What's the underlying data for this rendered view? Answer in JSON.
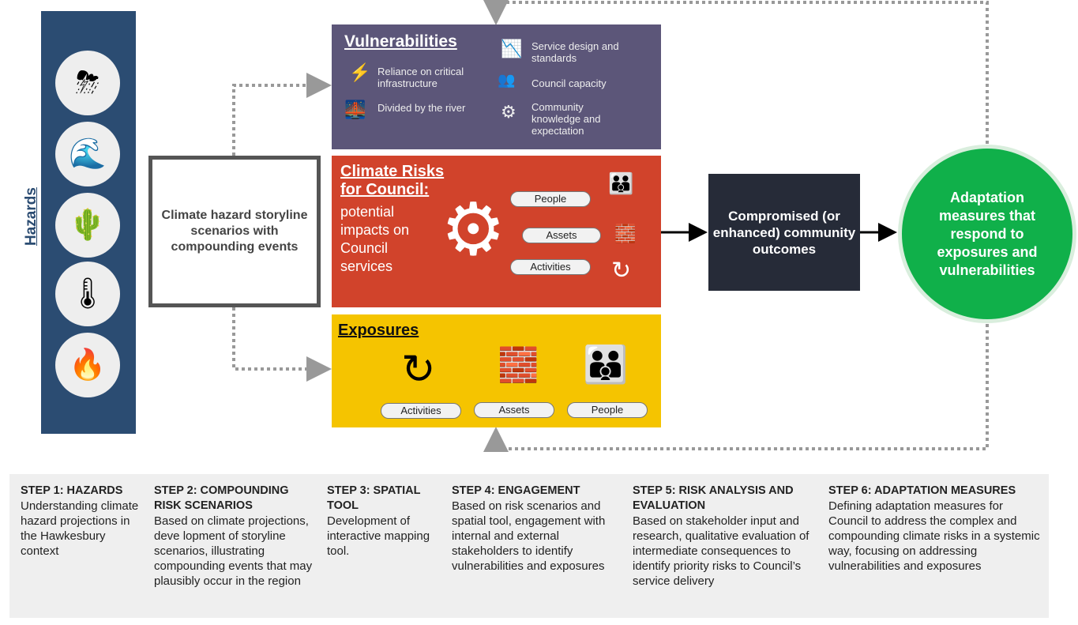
{
  "hazards": {
    "label": "Hazards",
    "icons": [
      "storm-icon",
      "flood-icon",
      "drought-icon",
      "heat-icon",
      "bushfire-icon"
    ]
  },
  "storyline": "Climate hazard storyline scenarios with  compounding events",
  "vulnerabilities": {
    "title": "Vulnerabilities",
    "items": [
      "Reliance on critical infrastructure",
      "Divided by the river",
      "Service design and standards",
      "Council capacity",
      "Community knowledge and expectation"
    ]
  },
  "climate_risks": {
    "title_line1": "Climate Risks",
    "title_line2": "for Council:",
    "subtitle": "potential impacts on Council services",
    "pills": [
      "People",
      "Assets",
      "Activities"
    ]
  },
  "exposures": {
    "title": "Exposures",
    "pills": [
      "Activities",
      "Assets",
      "People"
    ]
  },
  "outcomes": "Compromised (or enhanced) community outcomes",
  "adaptation": "Adaptation measures that respond to exposures and vulnerabilities",
  "steps": [
    {
      "title": "STEP 1: HAZARDS",
      "text": "Understanding climate hazard projections in the Hawkesbury context"
    },
    {
      "title": "STEP 2: COMPOUNDING RISK SCENARIOS",
      "text": "Based on climate projections,  deve lopment of storyline scenarios, illustrating compounding events that may plausibly occur in the region"
    },
    {
      "title": "STEP 3: SPATIAL TOOL",
      "text": "Development of interactive mapping tool."
    },
    {
      "title": "STEP 4: ENGAGEMENT",
      "text": "Based on risk scenarios and spatial tool, engagement with internal and external stakeholders to identify vulnerabilities and exposures"
    },
    {
      "title": "STEP 5: RISK ANALYSIS AND EVALUATION",
      "text": "Based on stakeholder input and research,  qualitative evaluation of intermediate consequences to identify priority risks to Council’s service delivery"
    },
    {
      "title": "STEP 6: ADAPTATION MEASURES",
      "text": "Defining adaptation measures for Council to address the complex and compounding climate risks in a systemic way, focusing on addressing vulnerabilities and exposures"
    }
  ]
}
